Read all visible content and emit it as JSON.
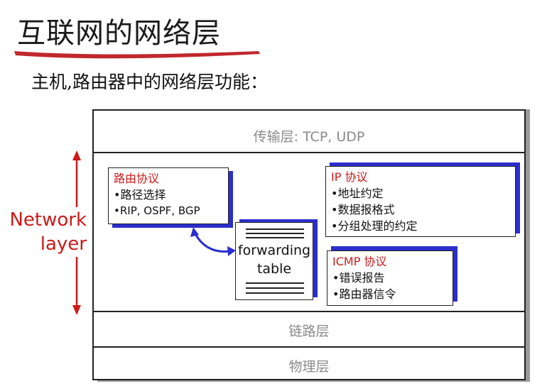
{
  "title": "互联网的网络层",
  "subtitle": "主机,路由器中的网络层功能：",
  "side_label": [
    "Network",
    "layer"
  ],
  "layers": {
    "transport": "传输层: TCP, UDP",
    "link": "链路层",
    "physical": "物理层"
  },
  "routing_box": {
    "heading": "路由协议",
    "items": [
      "•路径选择",
      "•RIP, OSPF, BGP"
    ]
  },
  "ip_box": {
    "heading": "IP 协议",
    "items": [
      "•地址约定",
      "•数据报格式",
      "•分组处理的约定"
    ]
  },
  "icmp_box": {
    "heading": "ICMP 协议",
    "items": [
      "•错误报告",
      "•路由器信令"
    ]
  },
  "forwarding": {
    "line1": "forwarding",
    "line2": "table"
  },
  "colors": {
    "accent_red": "#cc1a1a",
    "box_shadow_blue": "#2b2ecc",
    "layer_gray": "#8a8a8a"
  }
}
